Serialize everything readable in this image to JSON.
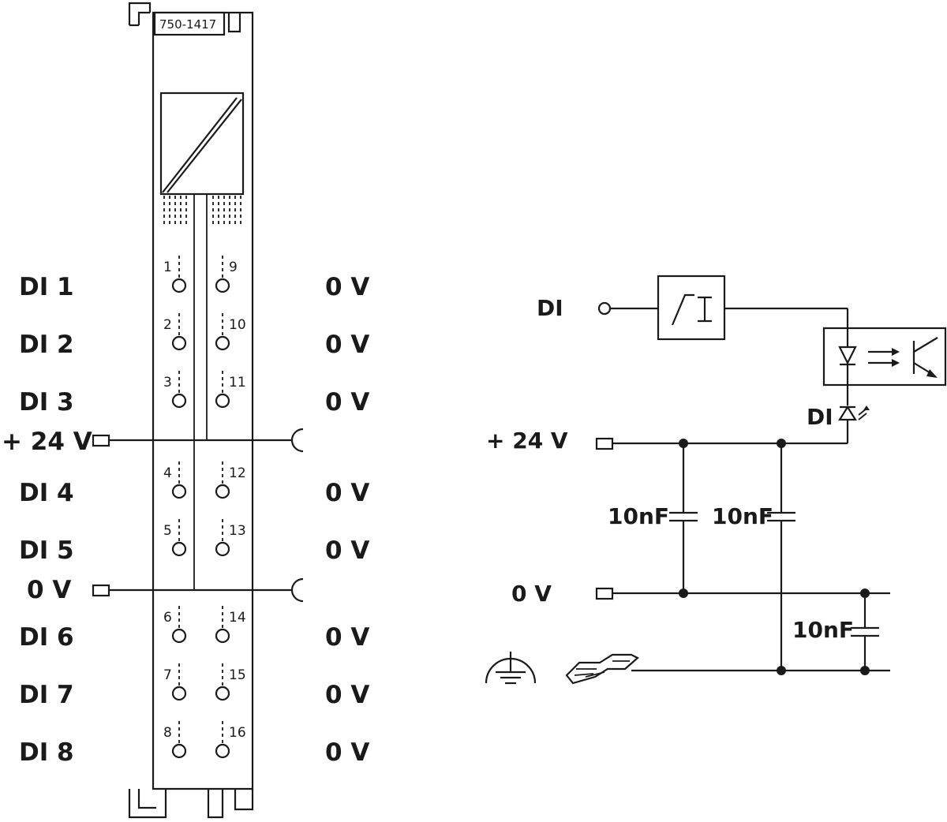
{
  "module": {
    "model": "750-1417"
  },
  "left_labels": {
    "di1": "DI 1",
    "di2": "DI 2",
    "di3": "DI 3",
    "plus24": "+ 24 V",
    "di4": "DI 4",
    "di5": "DI 5",
    "zero": "0 V",
    "di6": "DI 6",
    "di7": "DI 7",
    "di8": "DI 8"
  },
  "right_labels": [
    "0 V",
    "0 V",
    "0 V",
    "0 V",
    "0 V",
    "0 V",
    "0 V",
    "0 V"
  ],
  "terminals": {
    "left": [
      "1",
      "2",
      "3",
      "4",
      "5",
      "6",
      "7",
      "8"
    ],
    "right": [
      "9",
      "10",
      "11",
      "12",
      "13",
      "14",
      "15",
      "16"
    ]
  },
  "schematic": {
    "di_input": "DI",
    "di_led": "DI",
    "plus24": "+ 24 V",
    "zero": "0 V",
    "cap1": "10nF",
    "cap2": "10nF",
    "cap3": "10nF"
  },
  "icons": [
    "ground-symbol-icon",
    "din-rail-icon",
    "optocoupler-icon",
    "led-icon",
    "input-filter-icon",
    "terminal-clamp-icon"
  ],
  "colors": {
    "line": "#1a1a1a",
    "background": "#ffffff"
  }
}
